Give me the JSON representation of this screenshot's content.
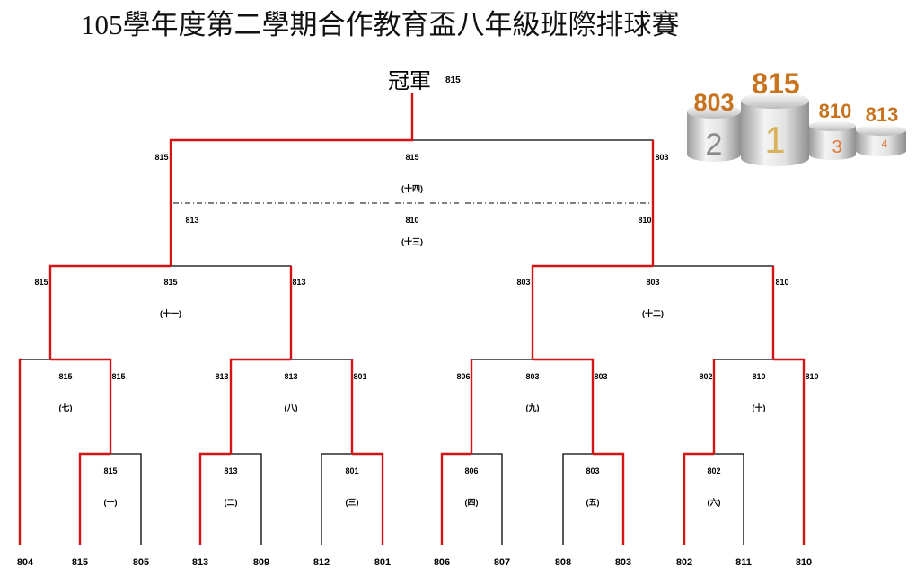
{
  "title": "105學年度第二學期合作教育盃八年級班際排球賽",
  "champion": {
    "label": "冠軍",
    "value": "815"
  },
  "podium": [
    {
      "rank": "1",
      "team": "815"
    },
    {
      "rank": "2",
      "team": "803"
    },
    {
      "rank": "3",
      "team": "810"
    },
    {
      "rank": "4",
      "team": "813"
    }
  ],
  "teams": [
    "804",
    "815",
    "805",
    "813",
    "809",
    "812",
    "801",
    "806",
    "807",
    "808",
    "803",
    "802",
    "811",
    "810"
  ],
  "matches": [
    {
      "id": "(一)",
      "winner": "815"
    },
    {
      "id": "(二)",
      "winner": "813"
    },
    {
      "id": "(三)",
      "winner": "801"
    },
    {
      "id": "(四)",
      "winner": "806"
    },
    {
      "id": "(五)",
      "winner": "803"
    },
    {
      "id": "(六)",
      "winner": "802"
    },
    {
      "id": "(七)",
      "winner": "815",
      "left": "",
      "right": "815"
    },
    {
      "id": "(八)",
      "winner": "813",
      "left": "813",
      "right": "801"
    },
    {
      "id": "(九)",
      "winner": "803",
      "left": "806",
      "right": "803"
    },
    {
      "id": "(十)",
      "winner": "810",
      "left": "802",
      "right": "810"
    },
    {
      "id": "(十一)",
      "winner": "815",
      "left": "815",
      "right": "813"
    },
    {
      "id": "(十二)",
      "winner": "803",
      "left": "803",
      "right": "810"
    },
    {
      "id": "(十三)",
      "winner": "810",
      "left": "813",
      "right": "810"
    },
    {
      "id": "(十四)",
      "winner": "815",
      "left": "815",
      "right": "803"
    }
  ],
  "colors": {
    "win": "#d41414",
    "line": "#000000",
    "podium_text": "#c8731f",
    "podium_metal": "#cfcfcf"
  }
}
